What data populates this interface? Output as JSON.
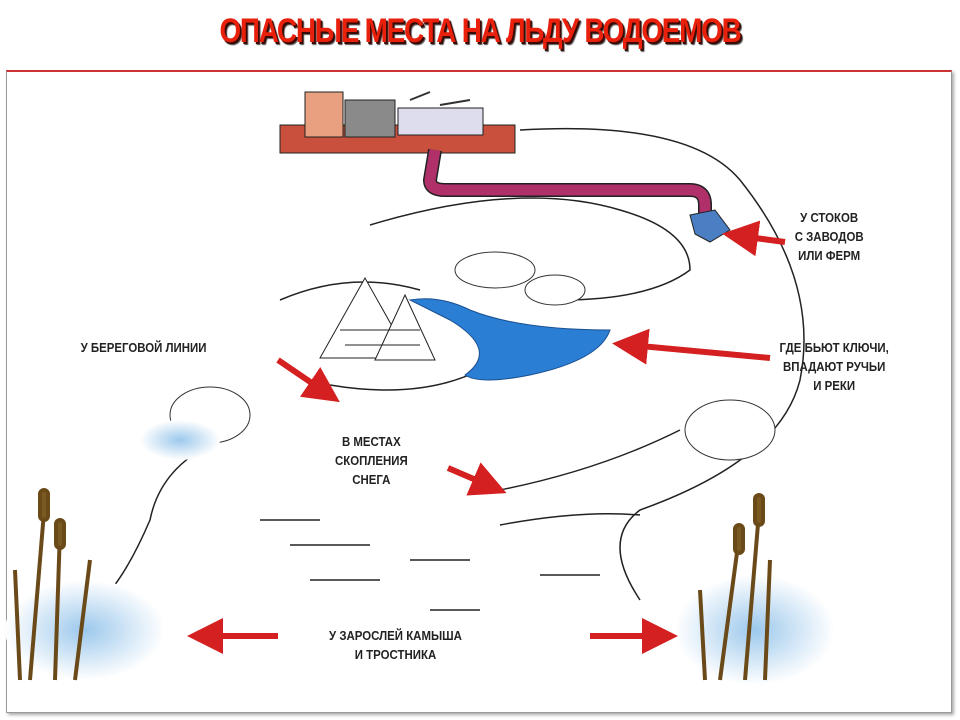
{
  "title": "ОПАСНЫЕ МЕСТА НА ЛЬДУ ВОДОЕМОВ",
  "labels": {
    "drains": [
      "У СТОКОВ",
      "С ЗАВОДОВ",
      "ИЛИ ФЕРМ"
    ],
    "springs": [
      "ГДЕ БЬЮТ КЛЮЧИ,",
      "ВПАДАЮТ РУЧЬИ",
      "И РЕКИ"
    ],
    "shoreline": [
      "У БЕРЕГОВОЙ ЛИНИИ"
    ],
    "snow": [
      "В МЕСТАХ",
      "СКОПЛЕНИЯ",
      "СНЕГА"
    ],
    "reeds": [
      "У ЗАРОСЛЕЙ КАМЫША",
      "И ТРОСТНИКА"
    ]
  },
  "colors": {
    "title": "#e8200c",
    "arrow": "#d42020",
    "water": "#2a7fd4",
    "pipe": "#b0306a"
  }
}
